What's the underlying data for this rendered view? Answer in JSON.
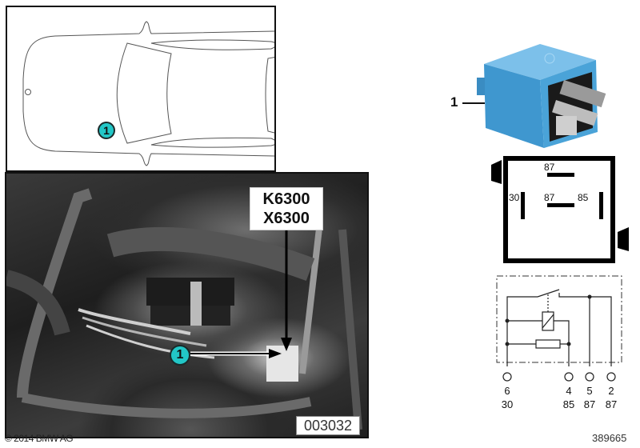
{
  "car_overview": {
    "callout": "1"
  },
  "photo": {
    "component_labels": [
      "K6300",
      "X6300"
    ],
    "callout": "1",
    "image_code": "003032"
  },
  "relay_part": {
    "part_number": "1",
    "color": "#4aa3d8"
  },
  "pin_layout": {
    "pins": [
      {
        "label": "87",
        "position": "top"
      },
      {
        "label": "30",
        "position": "left"
      },
      {
        "label": "87",
        "position": "center"
      },
      {
        "label": "85",
        "position": "right"
      }
    ]
  },
  "schematic": {
    "terminals": [
      {
        "number": "6",
        "designation": "30"
      },
      {
        "number": "4",
        "designation": "85"
      },
      {
        "number": "5",
        "designation": "87"
      },
      {
        "number": "2",
        "designation": "87"
      }
    ]
  },
  "footer": {
    "copyright": "© 2014 BMW AG",
    "reference_code": "389665"
  },
  "colors": {
    "callout_fill": "#22c7c7",
    "relay_blue": "#4aa3d8"
  }
}
